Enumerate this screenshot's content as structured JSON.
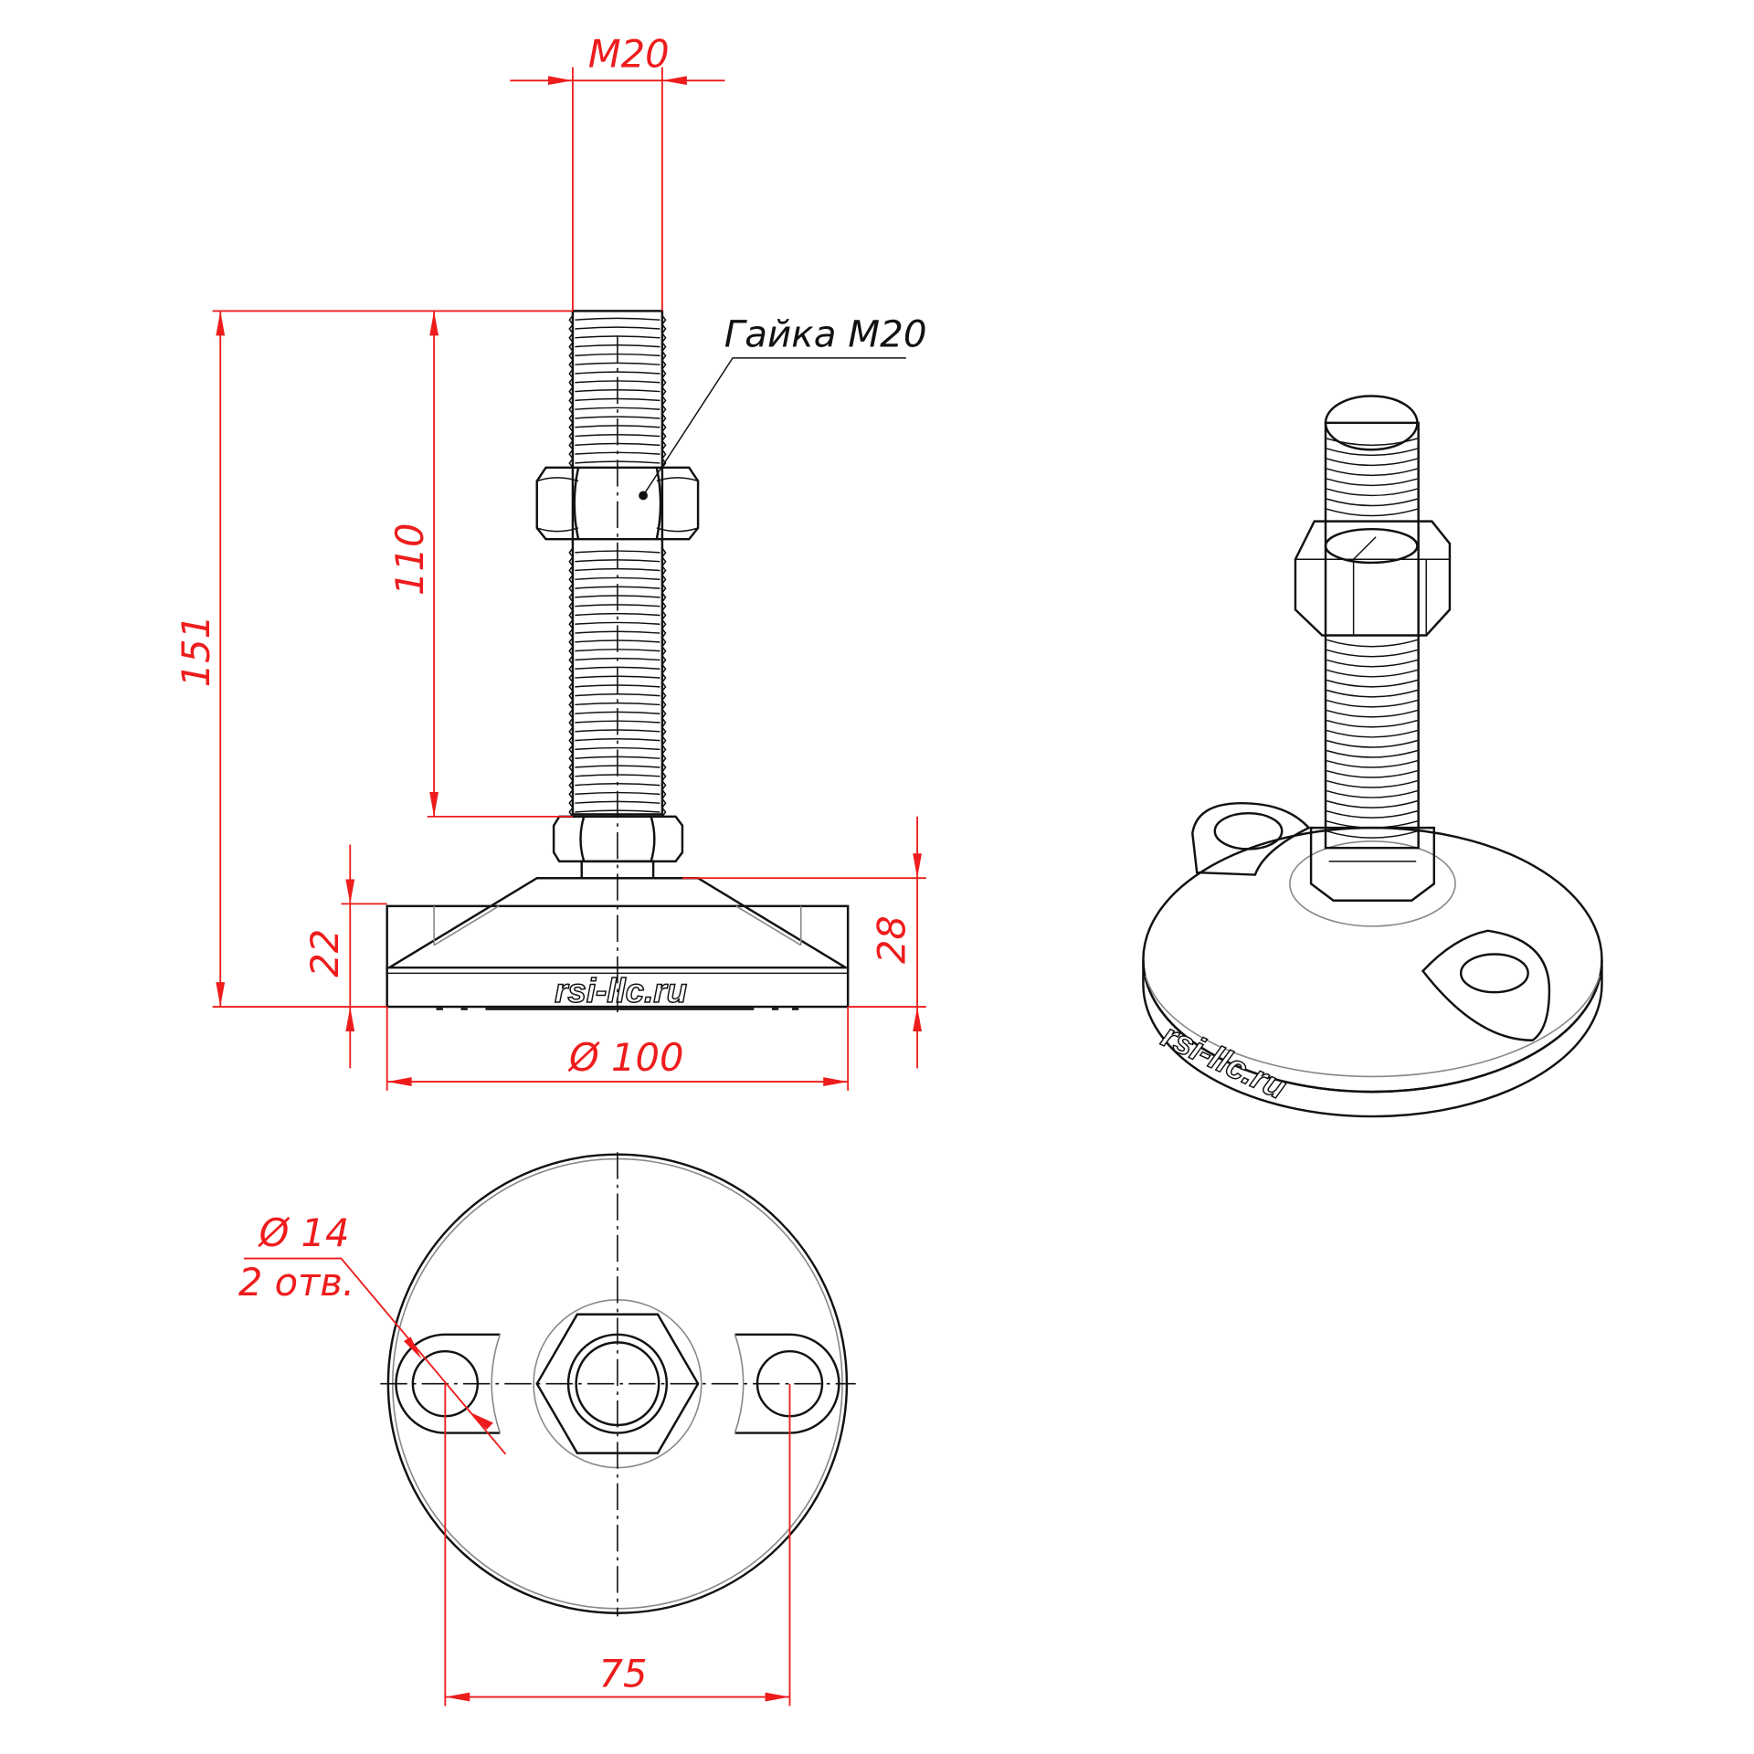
{
  "drawing": {
    "colors": {
      "dimension": "#ee1c1c",
      "outline": "#111111",
      "hidden": "#888888"
    },
    "dimensions": {
      "thread": "M20",
      "total_height": "151",
      "thread_length": "110",
      "base_height": "22",
      "base_with_nut_height": "28",
      "base_diameter": "Ø 100",
      "hole_diameter": "Ø 14",
      "hole_count": "2 отв.",
      "hole_spacing": "75"
    },
    "callouts": {
      "nut": "Гайка М20"
    },
    "watermarks": {
      "front": "rsi-llc.ru",
      "iso": "rsi-llc.ru"
    }
  }
}
